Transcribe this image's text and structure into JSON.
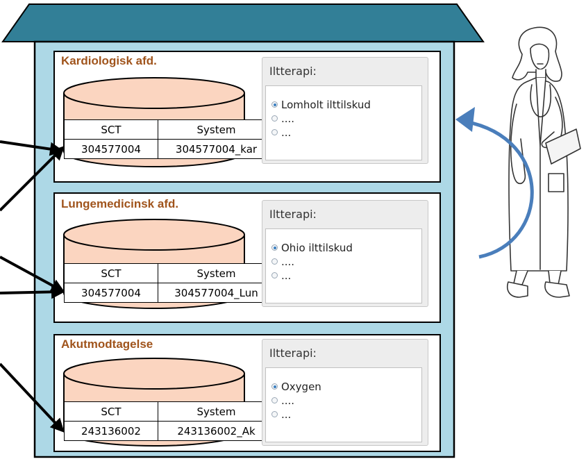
{
  "colors": {
    "roof": "#327f97",
    "building_body": "#add8e6",
    "cylinder": "#fbd5c0",
    "dept_title": "#a0541c",
    "return_arrow": "#4a7ebb"
  },
  "icons": {
    "person": "clinician-figure-icon"
  },
  "departments": [
    {
      "title": "Kardiologisk afd.",
      "panel_label": "Iltterapi:",
      "options": [
        {
          "label": "Lomholt ilttilskud",
          "selected": true
        },
        {
          "label": "....",
          "selected": false
        },
        {
          "label": "...",
          "selected": false
        }
      ],
      "table": {
        "headers": [
          "SCT",
          "System"
        ],
        "row": [
          "304577004",
          "304577004_kar"
        ]
      }
    },
    {
      "title": "Lungemedicinsk afd.",
      "panel_label": "Iltterapi:",
      "options": [
        {
          "label": "Ohio ilttilskud",
          "selected": true
        },
        {
          "label": "....",
          "selected": false
        },
        {
          "label": "...",
          "selected": false
        }
      ],
      "table": {
        "headers": [
          "SCT",
          "System"
        ],
        "row": [
          "304577004",
          "304577004_Lun"
        ]
      }
    },
    {
      "title": "Akutmodtagelse",
      "panel_label": "Iltterapi:",
      "options": [
        {
          "label": "Oxygen",
          "selected": true
        },
        {
          "label": "....",
          "selected": false
        },
        {
          "label": "...",
          "selected": false
        }
      ],
      "table": {
        "headers": [
          "SCT",
          "System"
        ],
        "row": [
          "243136002",
          "243136002_Ak"
        ]
      }
    }
  ]
}
